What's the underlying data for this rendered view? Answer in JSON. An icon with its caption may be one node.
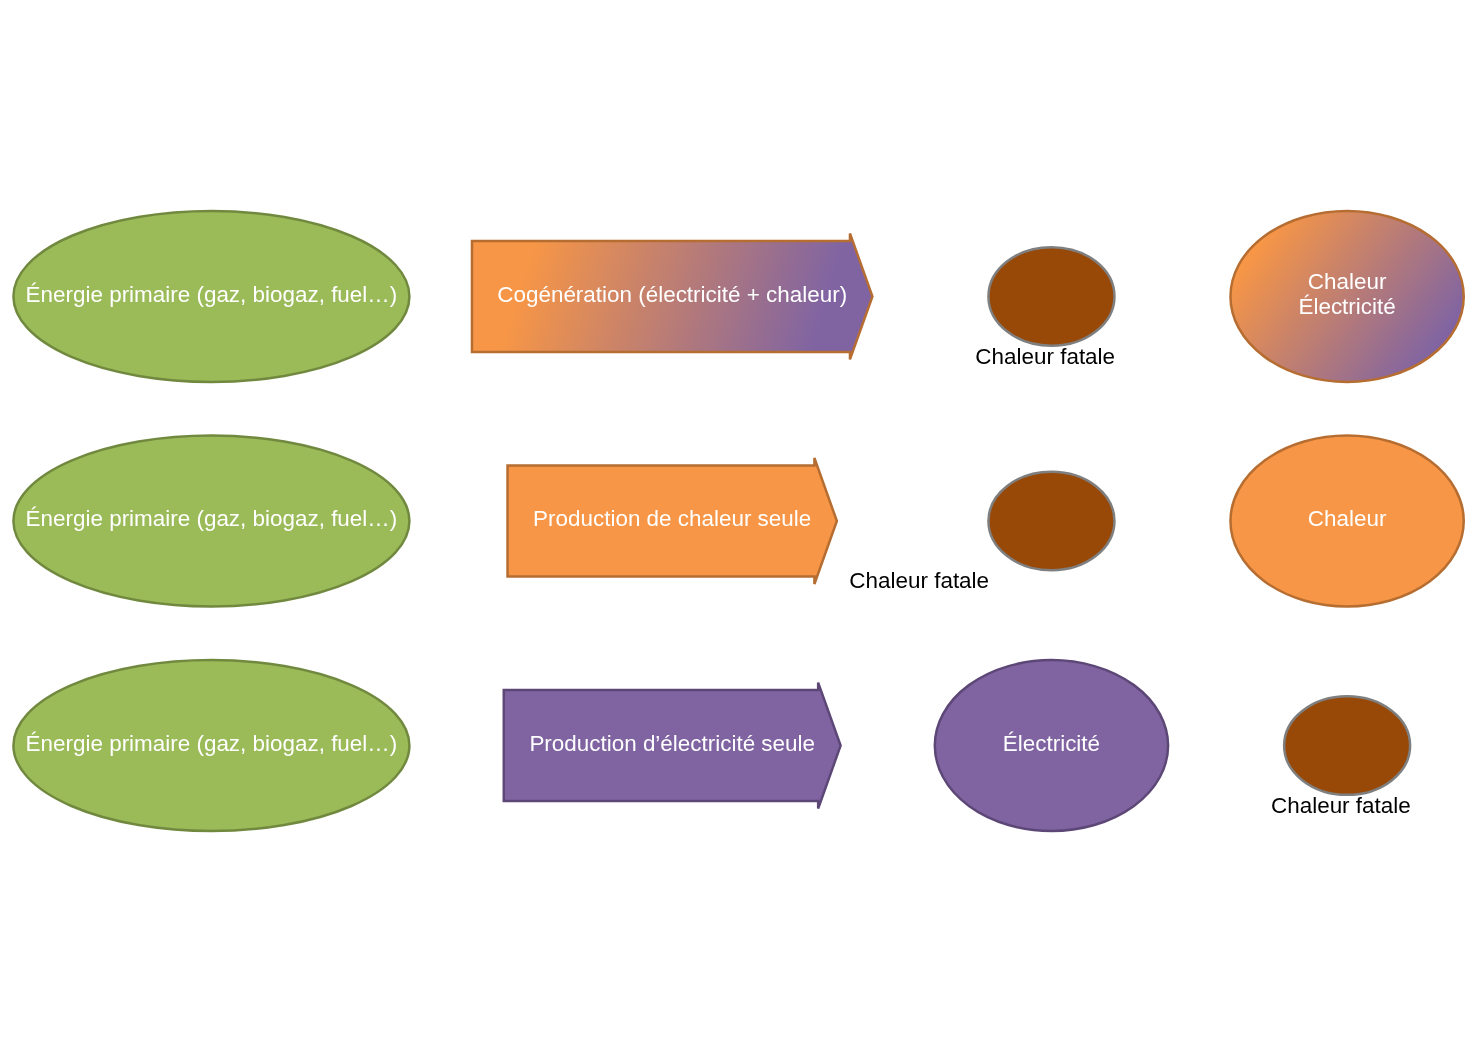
{
  "diagram": {
    "nodes": [
      {
        "text": [
          "Énergie primaire (gaz, biogaz, fuel…)"
        ]
      },
      {
        "text": [
          "Production d’électricité seule"
        ]
      },
      {
        "text": [
          "Électricité"
        ]
      },
      {
        "text": [
          "Chaleur fatale"
        ]
      },
      {
        "text": [
          "Énergie primaire (gaz, biogaz, fuel…)"
        ]
      },
      {
        "text": [
          "Production de chaleur seule"
        ]
      },
      {
        "text": [
          "Chaleur fatale"
        ]
      },
      {
        "text": [
          "Chaleur"
        ]
      },
      {
        "text": [
          "Énergie primaire (gaz, biogaz, fuel…)"
        ]
      },
      {
        "text": [
          "Cogénération (électricité + chaleur)"
        ]
      },
      {
        "text": [
          "Chaleur fatale"
        ]
      },
      {
        "text": [
          "Chaleur",
          "Électricité"
        ]
      }
    ]
  }
}
